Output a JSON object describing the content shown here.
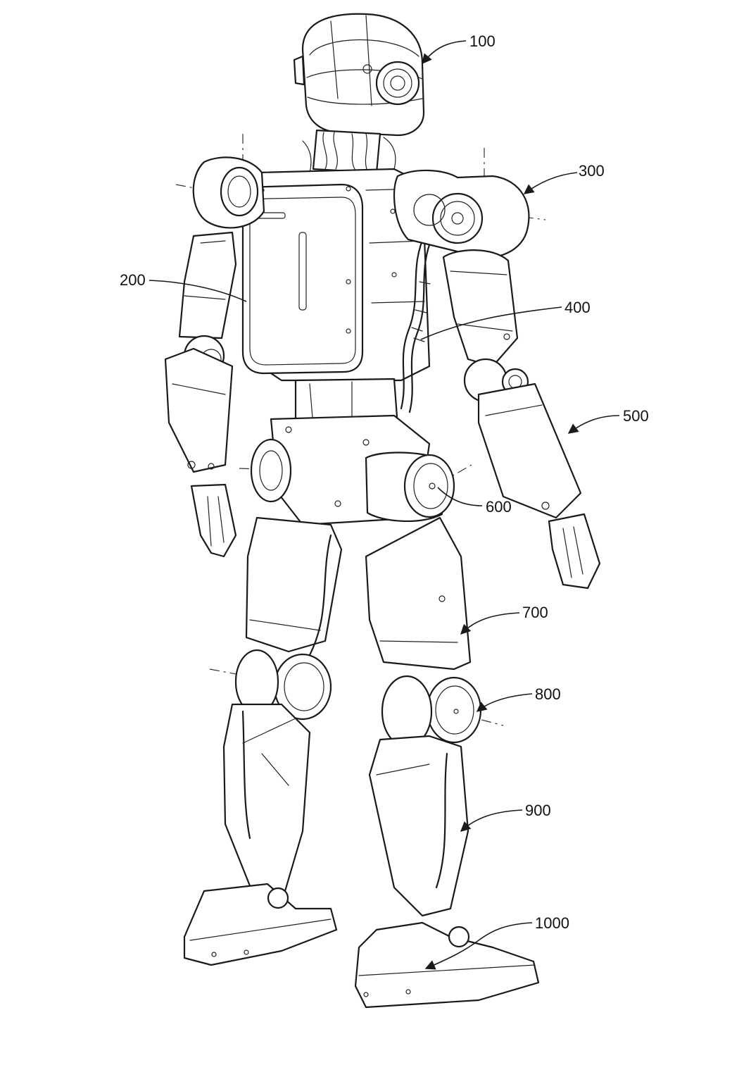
{
  "figure": {
    "labels": [
      {
        "id": "head",
        "text": "100"
      },
      {
        "id": "back-torso",
        "text": "200"
      },
      {
        "id": "shoulder-joint",
        "text": "300"
      },
      {
        "id": "cable-harness",
        "text": "400"
      },
      {
        "id": "arm",
        "text": "500"
      },
      {
        "id": "hip-joint",
        "text": "600"
      },
      {
        "id": "thigh",
        "text": "700"
      },
      {
        "id": "knee-joint",
        "text": "800"
      },
      {
        "id": "shin",
        "text": "900"
      },
      {
        "id": "foot",
        "text": "1000"
      }
    ]
  }
}
